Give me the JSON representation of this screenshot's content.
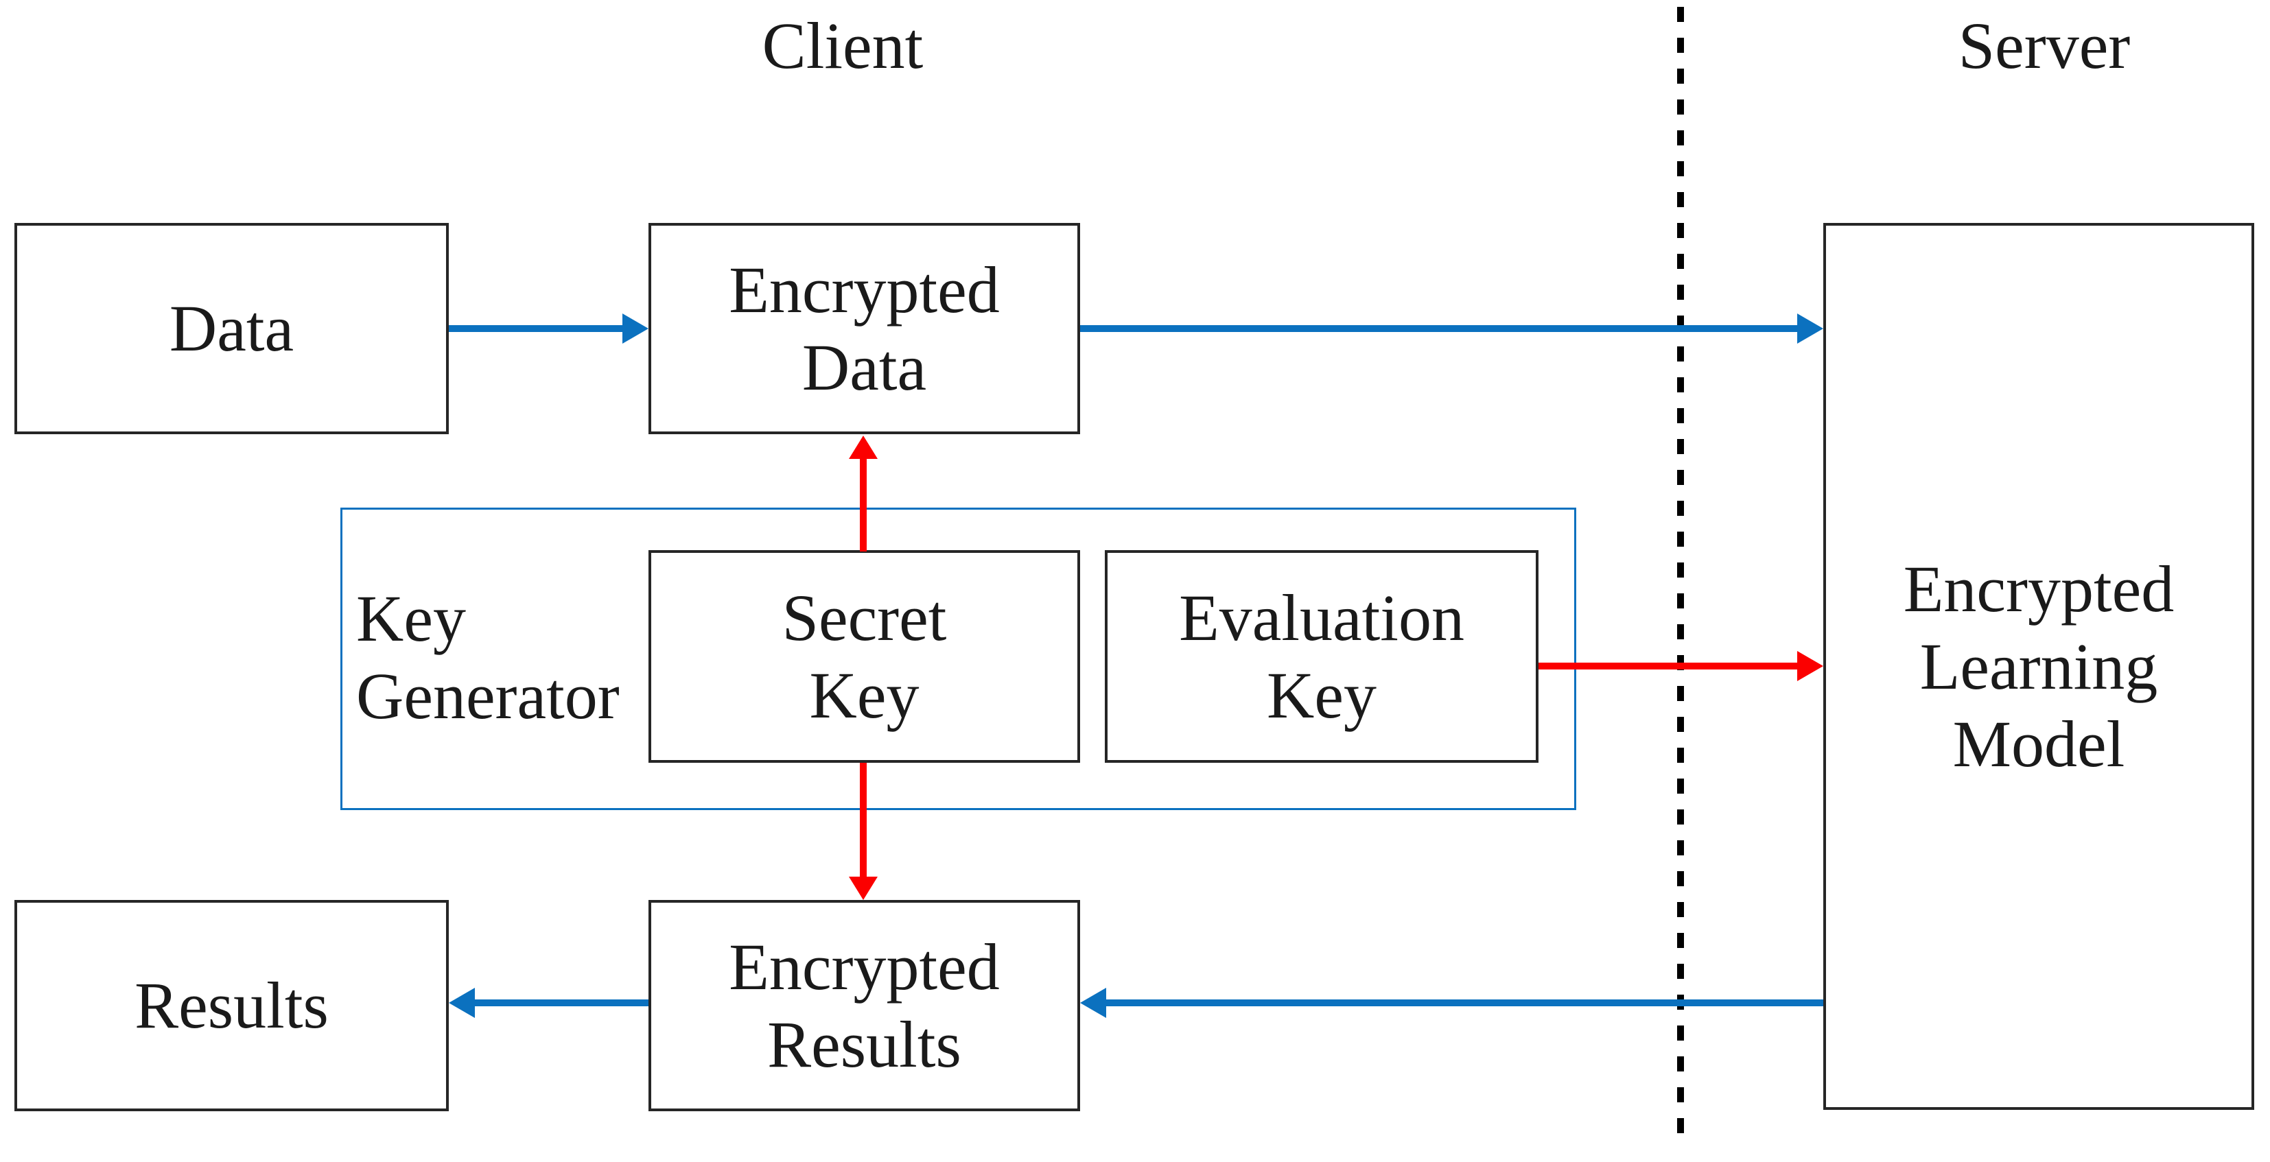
{
  "titles": {
    "client": "Client",
    "server": "Server"
  },
  "boxes": {
    "data": {
      "label": "Data"
    },
    "encrypted_data": {
      "label": "Encrypted\nData"
    },
    "key_generator": {
      "label": "Key\nGenerator"
    },
    "secret_key": {
      "label": "Secret\nKey"
    },
    "evaluation_key": {
      "label": "Evaluation\nKey"
    },
    "encrypted_learning_model": {
      "label": "Encrypted\nLearning\nModel"
    },
    "results": {
      "label": "Results"
    },
    "encrypted_results": {
      "label": "Encrypted\nResults"
    }
  },
  "flows": [
    {
      "from": "Data",
      "to": "Encrypted Data",
      "color": "#0b71bf"
    },
    {
      "from": "Encrypted Data",
      "to": "Encrypted Learning Model",
      "color": "#0b71bf"
    },
    {
      "from": "Secret Key",
      "to": "Encrypted Data",
      "color": "#fb0000"
    },
    {
      "from": "Secret Key",
      "to": "Encrypted Results",
      "color": "#fb0000"
    },
    {
      "from": "Evaluation Key",
      "to": "Encrypted Learning Model",
      "color": "#fb0000"
    },
    {
      "from": "Encrypted Learning Model",
      "to": "Encrypted Results",
      "color": "#0b71bf"
    },
    {
      "from": "Encrypted Results",
      "to": "Results",
      "color": "#0b71bf"
    }
  ],
  "colors": {
    "arrow_blue": "#0b71bf",
    "arrow_red": "#fb0000",
    "box_border": "#262626",
    "divider": "#000000",
    "kg_border": "#0b71bf",
    "background": "#ffffff",
    "text": "#1a1a1a"
  }
}
